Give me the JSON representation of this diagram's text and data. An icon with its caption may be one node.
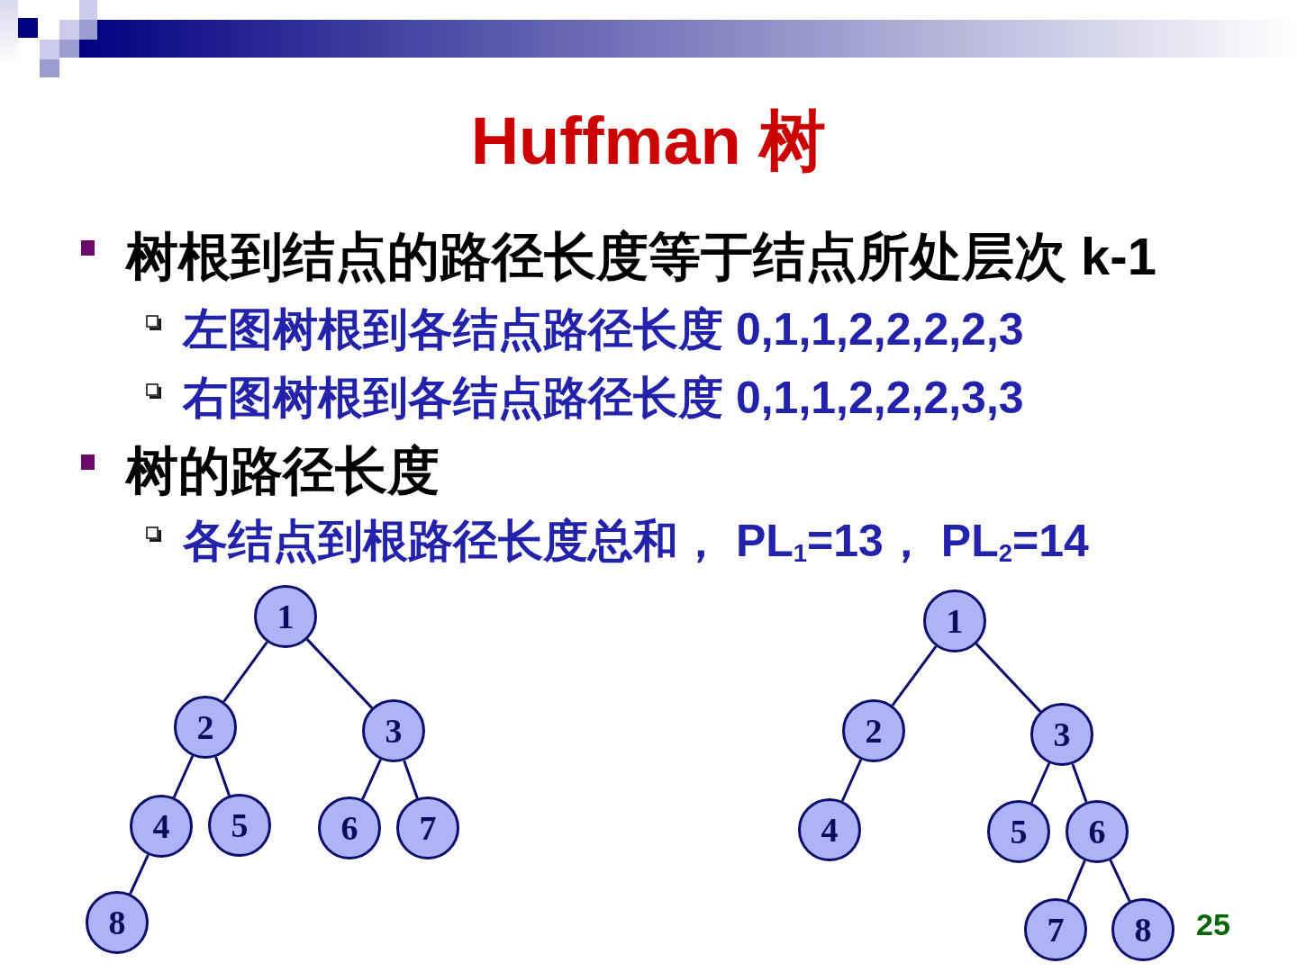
{
  "diagram": {
    "title": "Huffman 树",
    "nodes": [
      {
        "text": [
          "1"
        ]
      },
      {
        "text": [
          "2"
        ]
      },
      {
        "text": [
          "3"
        ]
      },
      {
        "text": [
          "4"
        ]
      },
      {
        "text": [
          "5"
        ]
      },
      {
        "text": [
          "6"
        ]
      },
      {
        "text": [
          "7"
        ]
      },
      {
        "text": [
          "8"
        ]
      },
      {
        "text": [
          "1"
        ]
      },
      {
        "text": [
          "2"
        ]
      },
      {
        "text": [
          "3"
        ]
      },
      {
        "text": [
          "4"
        ]
      },
      {
        "text": [
          "5"
        ]
      },
      {
        "text": [
          "6"
        ]
      },
      {
        "text": [
          "7"
        ]
      },
      {
        "text": [
          "8"
        ]
      }
    ],
    "edges": [
      {
        "from": 0,
        "to": 1,
        "arrow": "none"
      },
      {
        "from": 0,
        "to": 2,
        "arrow": "none"
      },
      {
        "from": 1,
        "to": 3,
        "arrow": "none"
      },
      {
        "from": 1,
        "to": 4,
        "arrow": "none"
      },
      {
        "from": 2,
        "to": 5,
        "arrow": "none"
      },
      {
        "from": 2,
        "to": 6,
        "arrow": "none"
      },
      {
        "from": 3,
        "to": 7,
        "arrow": "none"
      },
      {
        "from": 8,
        "to": 9,
        "arrow": "none"
      },
      {
        "from": 8,
        "to": 10,
        "arrow": "none"
      },
      {
        "from": 9,
        "to": 11,
        "arrow": "none"
      },
      {
        "from": 10,
        "to": 12,
        "arrow": "none"
      },
      {
        "from": 10,
        "to": 13,
        "arrow": "none"
      },
      {
        "from": 13,
        "to": 14,
        "arrow": "none"
      },
      {
        "from": 13,
        "to": 15,
        "arrow": "none"
      }
    ],
    "labels": [
      "树根到结点的路径长度等于结点所处层次 k-1",
      "左图树根到各结点路径长度 0,1,1,2,2,2,2,3",
      "右图树根到各结点路径长度 0,1,1,2,2,2,3,3",
      "树的路径长度",
      "各结点到根路径长度总和， PL$_{1}$=13， PL$_{2}$=14",
      "25"
    ]
  }
}
